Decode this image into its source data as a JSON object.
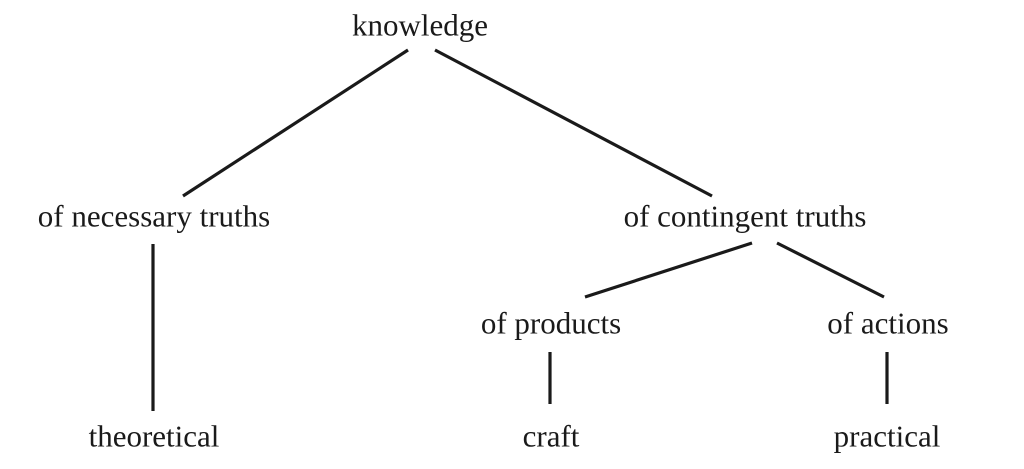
{
  "tree": {
    "root": "knowledge",
    "necessary": "of necessary truths",
    "contingent": "of contingent truths",
    "products": "of products",
    "actions": "of actions",
    "theoretical": "theoretical",
    "craft": "craft",
    "practical": "practical"
  },
  "edges": [
    {
      "from": "root",
      "to": "necessary"
    },
    {
      "from": "root",
      "to": "contingent"
    },
    {
      "from": "necessary",
      "to": "theoretical"
    },
    {
      "from": "contingent",
      "to": "products"
    },
    {
      "from": "contingent",
      "to": "actions"
    },
    {
      "from": "products",
      "to": "craft"
    },
    {
      "from": "actions",
      "to": "practical"
    }
  ]
}
